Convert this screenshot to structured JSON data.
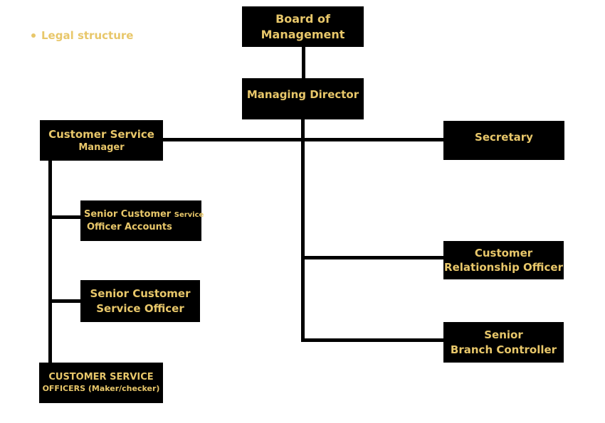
{
  "header": {
    "bullet_label": "Legal structure"
  },
  "colors": {
    "box_bg": "#000000",
    "box_text": "#e8c76a",
    "connector": "#000000"
  },
  "nodes": {
    "board": {
      "line1": "Board of",
      "line2": "Management"
    },
    "md": {
      "line1": "Managing Director"
    },
    "csm": {
      "line1": "Customer Service",
      "line2": "Manager"
    },
    "secretary": {
      "line1": "Secretary"
    },
    "scsoa": {
      "line1a": "Senior Customer",
      "line1b": "Service",
      "line2": "Officer Accounts"
    },
    "scso": {
      "line1": "Senior Customer",
      "line2": "Service Officer"
    },
    "cro": {
      "line1": "Customer",
      "line2": "Relationship Officer"
    },
    "sbc": {
      "line1": "Senior",
      "line2": "Branch Controller"
    },
    "cso": {
      "line1": "CUSTOMER SERVICE",
      "line2": "OFFICERS  (Maker/checker)"
    }
  }
}
